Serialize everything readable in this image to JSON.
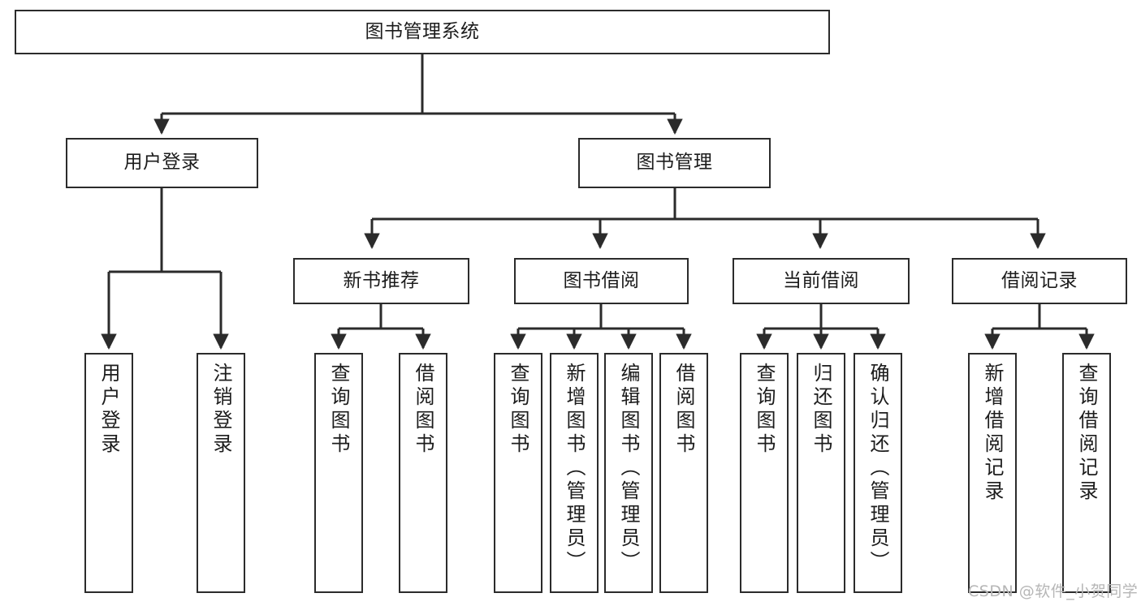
{
  "diagram": {
    "title": "图书管理系统",
    "type": "tree-hierarchy-chart",
    "orientation": "top-down",
    "edge_color": "#2b2b2b",
    "box_border_color": "#2b2b2b",
    "box_fill_color": "#ffffff",
    "text_color": "#1c1c1c"
  },
  "root": {
    "label": "图书管理系统"
  },
  "level2": [
    {
      "label": "用户登录"
    },
    {
      "label": "图书管理"
    }
  ],
  "level3": [
    {
      "label": "新书推荐"
    },
    {
      "label": "图书借阅"
    },
    {
      "label": "当前借阅"
    },
    {
      "label": "借阅记录"
    }
  ],
  "leaves": {
    "user_login": [
      {
        "label": "用户登录"
      },
      {
        "label": "注销登录"
      }
    ],
    "new_book_recommend": [
      {
        "label": "查询图书"
      },
      {
        "label": "借阅图书"
      }
    ],
    "book_borrow": [
      {
        "label": "查询图书"
      },
      {
        "label": "新增图书（管理员）"
      },
      {
        "label": "编辑图书（管理员）"
      },
      {
        "label": "借阅图书"
      }
    ],
    "current_borrow": [
      {
        "label": "查询图书"
      },
      {
        "label": "归还图书"
      },
      {
        "label": "确认归还（管理员）"
      }
    ],
    "borrow_record": [
      {
        "label": "新增借阅记录"
      },
      {
        "label": "查询借阅记录"
      }
    ]
  },
  "watermark": {
    "text": "CSDN @软件_小贺同学"
  },
  "chart_data": {
    "type": "table",
    "title": "图书管理系统 功能结构图",
    "nodes": [
      {
        "id": "root",
        "label": "图书管理系统",
        "level": 0,
        "parent": null
      },
      {
        "id": "user-login",
        "label": "用户登录",
        "level": 1,
        "parent": "root"
      },
      {
        "id": "book-manage",
        "label": "图书管理",
        "level": 1,
        "parent": "root"
      },
      {
        "id": "new-book",
        "label": "新书推荐",
        "level": 2,
        "parent": "book-manage"
      },
      {
        "id": "book-borrow",
        "label": "图书借阅",
        "level": 2,
        "parent": "book-manage"
      },
      {
        "id": "current-borrow",
        "label": "当前借阅",
        "level": 2,
        "parent": "book-manage"
      },
      {
        "id": "borrow-record",
        "label": "借阅记录",
        "level": 2,
        "parent": "book-manage"
      },
      {
        "id": "leaf-user-login",
        "label": "用户登录",
        "level": 2,
        "parent": "user-login"
      },
      {
        "id": "leaf-logout",
        "label": "注销登录",
        "level": 2,
        "parent": "user-login"
      },
      {
        "id": "leaf-nb-query",
        "label": "查询图书",
        "level": 3,
        "parent": "new-book"
      },
      {
        "id": "leaf-nb-borrow",
        "label": "借阅图书",
        "level": 3,
        "parent": "new-book"
      },
      {
        "id": "leaf-bb-query",
        "label": "查询图书",
        "level": 3,
        "parent": "book-borrow"
      },
      {
        "id": "leaf-bb-add",
        "label": "新增图书（管理员）",
        "level": 3,
        "parent": "book-borrow"
      },
      {
        "id": "leaf-bb-edit",
        "label": "编辑图书（管理员）",
        "level": 3,
        "parent": "book-borrow"
      },
      {
        "id": "leaf-bb-borrow",
        "label": "借阅图书",
        "level": 3,
        "parent": "book-borrow"
      },
      {
        "id": "leaf-cb-query",
        "label": "查询图书",
        "level": 3,
        "parent": "current-borrow"
      },
      {
        "id": "leaf-cb-return",
        "label": "归还图书",
        "level": 3,
        "parent": "current-borrow"
      },
      {
        "id": "leaf-cb-confirm",
        "label": "确认归还（管理员）",
        "level": 3,
        "parent": "current-borrow"
      },
      {
        "id": "leaf-br-add",
        "label": "新增借阅记录",
        "level": 3,
        "parent": "borrow-record"
      },
      {
        "id": "leaf-br-query",
        "label": "查询借阅记录",
        "level": 3,
        "parent": "borrow-record"
      }
    ]
  }
}
